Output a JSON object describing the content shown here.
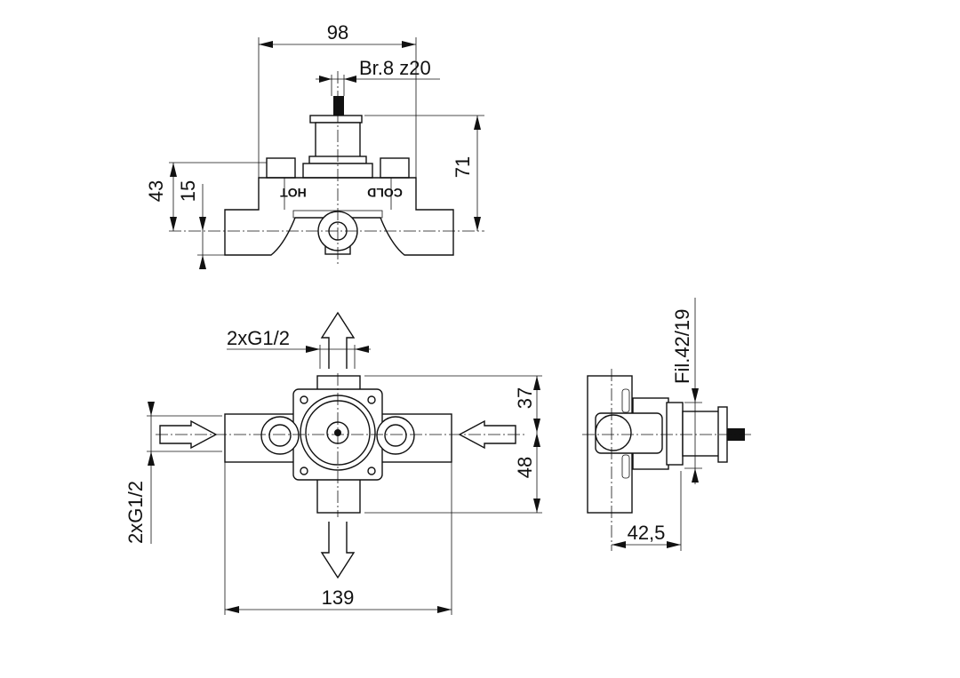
{
  "top_view": {
    "width_dim": "98",
    "spindle_dim": "Br.8 z20",
    "height_43": "43",
    "height_15": "15",
    "height_71": "71",
    "hot_label": "HOT",
    "cold_label": "COLD"
  },
  "front_view": {
    "outlet_thread": "2xG1/2",
    "inlet_thread": "2xG1/2",
    "upper_dim": "37",
    "lower_dim": "48",
    "width_dim": "139"
  },
  "side_view": {
    "thread_dim": "Fil.42/19",
    "depth_dim": "42,5"
  }
}
